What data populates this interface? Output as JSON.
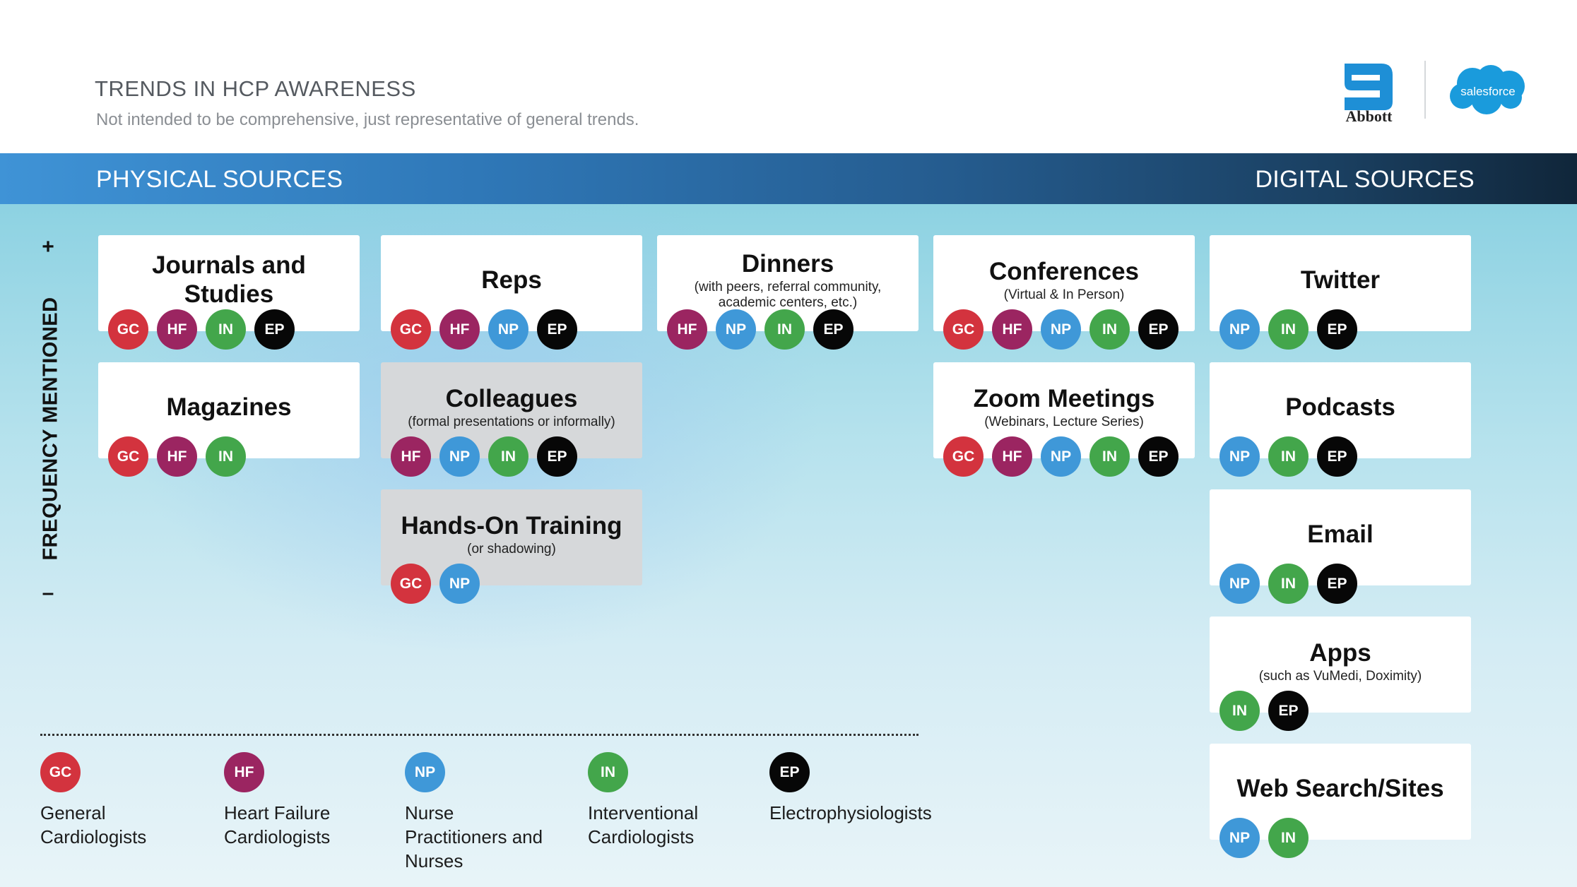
{
  "header": {
    "title": "TRENDS IN HCP AWARENESS",
    "subtitle": "Not intended to be comprehensive, just representative of general trends.",
    "logos": [
      {
        "name": "Abbott",
        "text": "Abbott",
        "color": "#1e8fd6"
      },
      {
        "name": "salesforce",
        "text": "salesforce",
        "color": "#1a9bdc"
      }
    ]
  },
  "band": {
    "physical_label": "PHYSICAL SOURCES",
    "digital_label": "DIGITAL SOURCES"
  },
  "axis": {
    "label": "FREQUENCY MENTIONED",
    "top_symbol": "+",
    "bottom_symbol": "–"
  },
  "colors": {
    "GC": "#d3333e",
    "HF": "#9b2561",
    "NP": "#3f98d8",
    "IN": "#43a64b",
    "EP": "#070707"
  },
  "sources": {
    "journals": {
      "title": "Journals and Studies",
      "subtitle": "",
      "badges": [
        "GC",
        "HF",
        "IN",
        "EP"
      ]
    },
    "magazines": {
      "title": "Magazines",
      "subtitle": "",
      "badges": [
        "GC",
        "HF",
        "IN"
      ]
    },
    "reps": {
      "title": "Reps",
      "subtitle": "",
      "badges": [
        "GC",
        "HF",
        "NP",
        "EP"
      ]
    },
    "colleagues": {
      "title": "Colleagues",
      "subtitle": "(formal presentations or informally)",
      "badges": [
        "HF",
        "NP",
        "IN",
        "EP"
      ]
    },
    "hands_on": {
      "title": "Hands-On Training",
      "subtitle": "(or shadowing)",
      "badges": [
        "GC",
        "NP"
      ]
    },
    "dinners": {
      "title": "Dinners",
      "subtitle": "(with peers, referral community, academic centers, etc.)",
      "badges": [
        "HF",
        "NP",
        "IN",
        "EP"
      ]
    },
    "conferences": {
      "title": "Conferences",
      "subtitle": "(Virtual & In Person)",
      "badges": [
        "GC",
        "HF",
        "NP",
        "IN",
        "EP"
      ]
    },
    "zoom": {
      "title": "Zoom Meetings",
      "subtitle": "(Webinars, Lecture Series)",
      "badges": [
        "GC",
        "HF",
        "NP",
        "IN",
        "EP"
      ]
    },
    "twitter": {
      "title": "Twitter",
      "subtitle": "",
      "badges": [
        "NP",
        "IN",
        "EP"
      ]
    },
    "podcasts": {
      "title": "Podcasts",
      "subtitle": "",
      "badges": [
        "NP",
        "IN",
        "EP"
      ]
    },
    "email": {
      "title": "Email",
      "subtitle": "",
      "badges": [
        "NP",
        "IN",
        "EP"
      ]
    },
    "apps": {
      "title": "Apps",
      "subtitle": "(such as VuMedi, Doximity)",
      "badges": [
        "IN",
        "EP"
      ]
    },
    "web": {
      "title": "Web Search/Sites",
      "subtitle": "",
      "badges": [
        "NP",
        "IN"
      ]
    }
  },
  "legend": [
    {
      "code": "GC",
      "label": "General\nCardiologists"
    },
    {
      "code": "HF",
      "label": "Heart Failure\nCardiologists"
    },
    {
      "code": "NP",
      "label": "Nurse\nPractitioners and\nNurses"
    },
    {
      "code": "IN",
      "label": "Interventional\nCardiologists"
    },
    {
      "code": "EP",
      "label": "Electrophysiologists"
    }
  ]
}
